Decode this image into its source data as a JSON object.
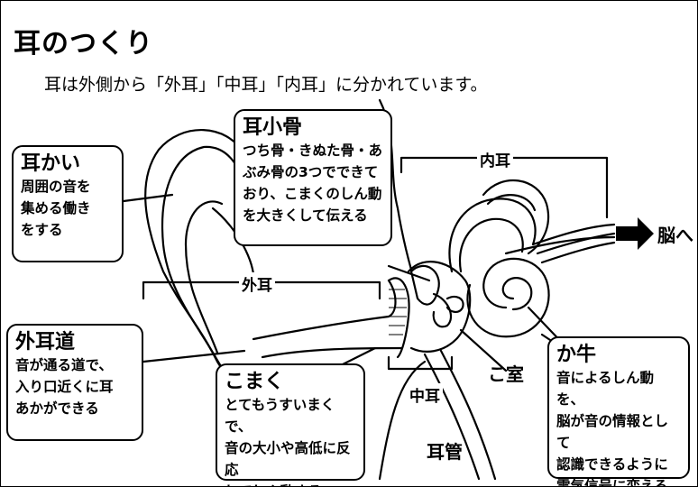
{
  "title": "耳のつくり",
  "subtitle": "耳は外側から「外耳」「中耳」「内耳」に分かれています。",
  "boxes": {
    "mimikai": {
      "head": "耳かい",
      "body": "周囲の音を\n集める働き\nをする"
    },
    "jishoukotsu": {
      "head": "耳小骨",
      "body": "つち骨・きぬた骨・あ\nぶみ骨の3つでできて\nおり、こまくのしん動\nを大きくして伝える"
    },
    "gaijidou": {
      "head": "外耳道",
      "body": "音が通る道で、\n入り口近くに耳\nあかができる"
    },
    "komaku": {
      "head": "こまく",
      "body": "とてもうすいまくで、\n音の大小や高低に反応\nしてしん動する"
    },
    "kagyuu": {
      "head": "か牛",
      "body": "音によるしん動を、\n脳が音の情報として\n認識できるように\n電気信号に変える"
    }
  },
  "labels": {
    "gaiji": "外耳",
    "naiji": "内耳",
    "chuuji": "中耳",
    "koshitsu": "こ室",
    "jikan": "耳管",
    "nou": "脳へ"
  }
}
